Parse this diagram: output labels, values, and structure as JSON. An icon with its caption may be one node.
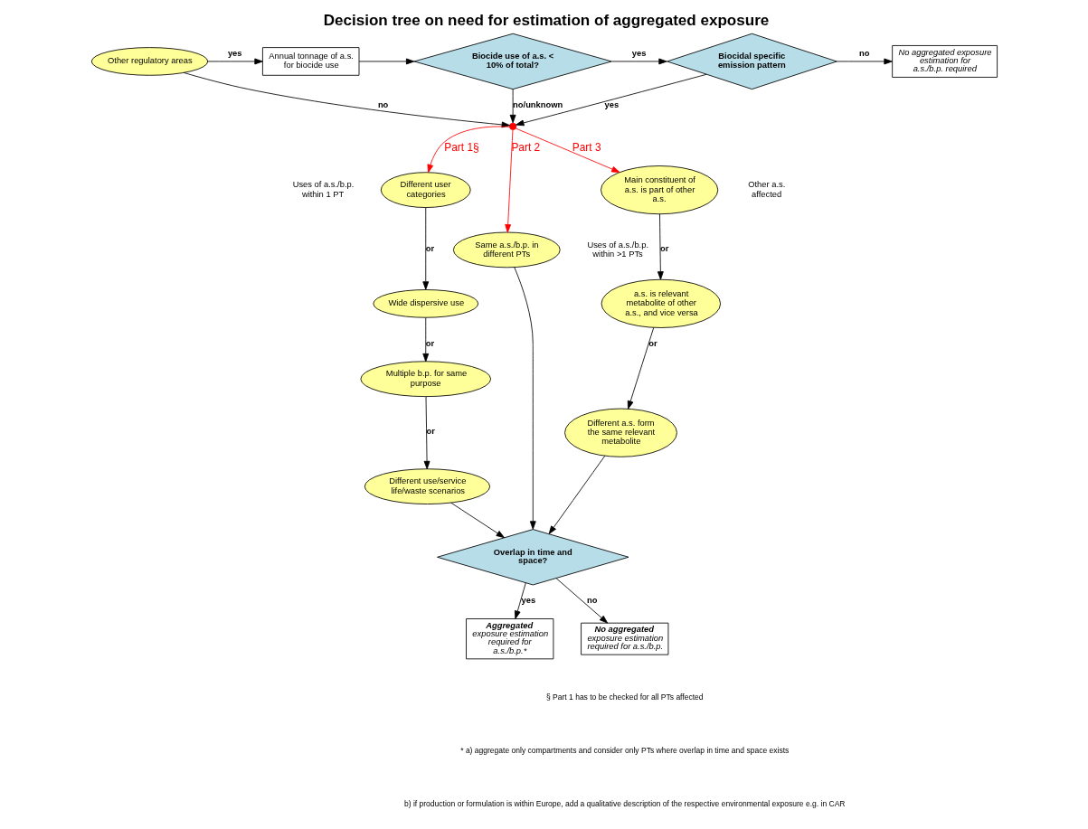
{
  "diagram": {
    "title": "Decision tree on need for estimation of aggregated exposure",
    "nodes": [
      {
        "text": [
          "Other regulatory areas"
        ]
      },
      {
        "text": [
          "Annual tonnage of a.s. for biocide use"
        ]
      },
      {
        "text": [
          "Biocide use of a.s. < 10% of total?"
        ]
      },
      {
        "text": [
          "Biocidal specific emission pattern"
        ]
      },
      {
        "text": [
          "No aggregated exposure estimation for a.s./b.p. required"
        ]
      },
      {
        "text": [],
        "shape": "point"
      },
      {
        "text": [
          "Different user categories"
        ],
        "beside": [
          "Uses of a.s./b.p. within 1 PT"
        ]
      },
      {
        "text": [
          "Wide dispersive use"
        ]
      },
      {
        "text": [
          "Multiple b.p. for same purpose"
        ]
      },
      {
        "text": [
          "Different use/service life/waste scenarios"
        ]
      },
      {
        "text": [
          "Same a.s./b.p. in different PTs"
        ],
        "beside": [
          "Uses of a.s./b.p. within >1 PTs"
        ]
      },
      {
        "text": [
          "Overlap in time and space?"
        ]
      },
      {
        "text": [
          "Main constituent of a.s. is part of other a.s."
        ],
        "beside": [
          "Other a.s. affected"
        ]
      },
      {
        "text": [
          "a.s. is relevant metabolite of other a.s., and vice versa"
        ]
      },
      {
        "text": [
          "Different a.s. form the same relevant metabolite"
        ]
      },
      {
        "text": [
          "Aggregated",
          "exposure estimation required for a.s./b.p.*"
        ]
      },
      {
        "text": [
          "No aggregated",
          "exposure estimation required for a.s./b.p."
        ]
      }
    ],
    "edges": [
      {
        "from": 0,
        "to": 1,
        "arrow": "to",
        "label": "yes"
      },
      {
        "from": 1,
        "to": 2,
        "arrow": "to"
      },
      {
        "from": 2,
        "to": 3,
        "arrow": "to",
        "label": "yes"
      },
      {
        "from": 3,
        "to": 4,
        "arrow": "to",
        "label": "no"
      },
      {
        "from": 0,
        "to": 5,
        "arrow": "to",
        "label": "no"
      },
      {
        "from": 2,
        "to": 5,
        "arrow": "to",
        "label": "no/unknown"
      },
      {
        "from": 3,
        "to": 5,
        "arrow": "to",
        "label": "yes"
      },
      {
        "from": 5,
        "to": 6,
        "arrow": "to",
        "label": "Part 1§",
        "color": "#ff0000"
      },
      {
        "from": 5,
        "to": 10,
        "arrow": "to",
        "label": "Part 2",
        "color": "#ff0000"
      },
      {
        "from": 5,
        "to": 12,
        "arrow": "to",
        "label": "Part 3",
        "color": "#ff0000"
      },
      {
        "from": 6,
        "to": 7,
        "arrow": "to",
        "label": "or"
      },
      {
        "from": 7,
        "to": 8,
        "arrow": "to",
        "label": "or"
      },
      {
        "from": 8,
        "to": 9,
        "arrow": "to",
        "label": "or"
      },
      {
        "from": 10,
        "to": 11,
        "arrow": "to"
      },
      {
        "from": 9,
        "to": 11,
        "arrow": "to"
      },
      {
        "from": 12,
        "to": 13,
        "arrow": "to",
        "label": "or"
      },
      {
        "from": 13,
        "to": 14,
        "arrow": "to",
        "label": "or"
      },
      {
        "from": 14,
        "to": 11,
        "arrow": "to"
      },
      {
        "from": 11,
        "to": 15,
        "arrow": "to",
        "label": "yes"
      },
      {
        "from": 11,
        "to": 16,
        "arrow": "to",
        "label": "no"
      }
    ],
    "labels": [
      "§ Part 1 has to be checked for all PTs affected",
      "* a) aggregate only compartments and consider only PTs where overlap in time and space exists",
      "b) if production or formulation is within Europe, add a qualitative description of the respective environmental exposure e.g. in CAR"
    ]
  }
}
